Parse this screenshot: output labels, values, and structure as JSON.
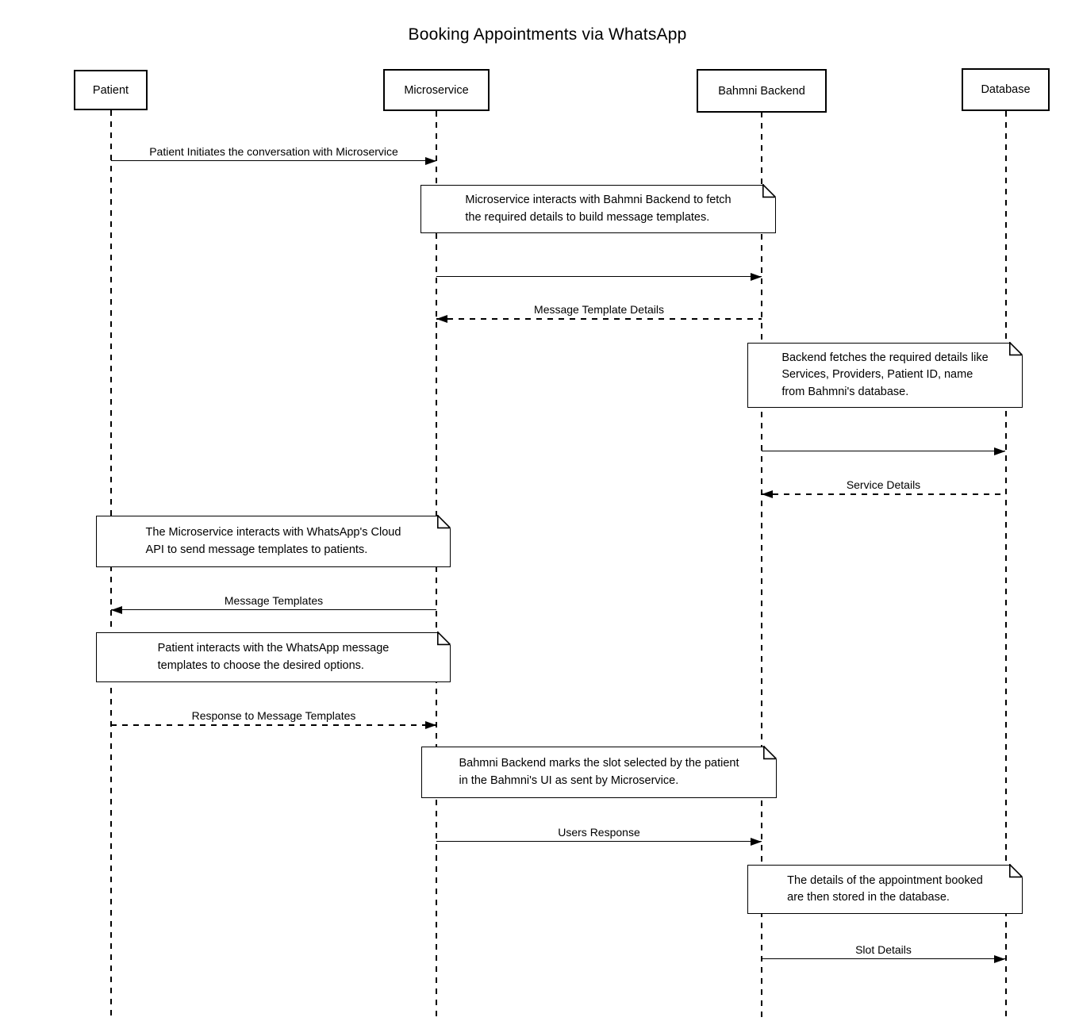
{
  "diagram": {
    "title": "Booking Appointments via WhatsApp",
    "colors": {
      "line": "#000000",
      "background": "#ffffff",
      "note_fill": "#ffffff"
    },
    "participants": [
      {
        "name": "Patient"
      },
      {
        "name": "Microservice"
      },
      {
        "name": "Bahmni Backend"
      },
      {
        "name": "Database"
      }
    ],
    "messages": [
      {
        "label": "Patient Initiates the conversation with Microservice",
        "from": "Patient",
        "to": "Microservice",
        "line": "solid"
      },
      {
        "label": "",
        "from": "Microservice",
        "to": "Bahmni Backend",
        "line": "solid"
      },
      {
        "label": "Message Template Details",
        "from": "Bahmni Backend",
        "to": "Microservice",
        "line": "dashed"
      },
      {
        "label": "",
        "from": "Bahmni Backend",
        "to": "Database",
        "line": "solid"
      },
      {
        "label": "Service Details",
        "from": "Database",
        "to": "Bahmni Backend",
        "line": "dashed"
      },
      {
        "label": "Message Templates",
        "from": "Microservice",
        "to": "Patient",
        "line": "solid"
      },
      {
        "label": "Response to Message Templates",
        "from": "Patient",
        "to": "Microservice",
        "line": "dashed"
      },
      {
        "label": "Users Response",
        "from": "Microservice",
        "to": "Bahmni Backend",
        "line": "solid"
      },
      {
        "label": "Slot Details",
        "from": "Bahmni Backend",
        "to": "Database",
        "line": "solid"
      }
    ],
    "notes": [
      {
        "text": "Microservice interacts with Bahmni Backend to fetch\nthe required details to build message templates.",
        "over": "Microservice, Bahmni Backend"
      },
      {
        "text": "Backend fetches the required details like\nServices, Providers, Patient ID, name\nfrom Bahmni's database.",
        "over": "Bahmni Backend, Database"
      },
      {
        "text": "The Microservice interacts with WhatsApp's Cloud\nAPI to send message templates to patients.",
        "over": "Patient, Microservice"
      },
      {
        "text": "Patient interacts with the WhatsApp message\ntemplates to choose the desired options.",
        "over": "Patient, Microservice"
      },
      {
        "text": "Bahmni Backend marks the slot selected by the patient\nin the Bahmni's UI as sent by Microservice.",
        "over": "Microservice, Bahmni Backend"
      },
      {
        "text": "The details of the appointment booked\nare then stored in the database.",
        "over": "Bahmni Backend, Database"
      }
    ]
  }
}
